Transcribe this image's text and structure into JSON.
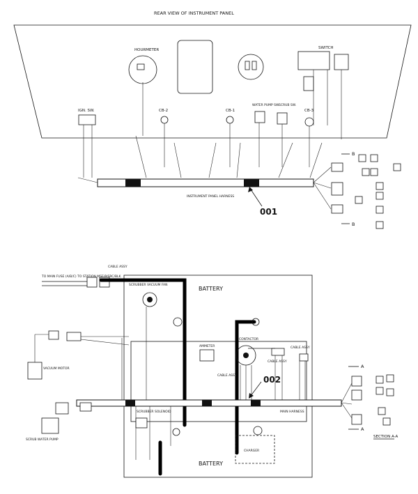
{
  "title": "REAR VIEW OF INSTRUMENT PANEL",
  "top_panel": {
    "hourmeter": "HOURMETER",
    "switch": "SWITCH",
    "ign_sw": "IGN. SW.",
    "cb2": "CB-2",
    "cb1": "CB-1",
    "cb3": "CB-3",
    "water_pump_sw": "WATER PUMP SW.",
    "scrub_sw": "SCRUB SW.",
    "harness": "INSTRUMENT PANEL HARNESS",
    "callout": "001",
    "section_arrow": "B"
  },
  "bottom_panel": {
    "cable_assy": "CABLE ASSY",
    "to_main_fuse": "TO MAIN FUSE (A/B/C) TO STATION MSE/P/SRC/BLK",
    "scrubber_vacuum_fan": "SCRUBBER VACUUM FAN",
    "battery_top": "BATTERY",
    "battery_bottom": "BATTERY",
    "vacuum_motor": "VACUUM MOTOR",
    "ammeter": "AMMETER",
    "contactor": "CONTACTOR",
    "cable_assy_2": "CABLE ASSY",
    "cable_assy_3": "CABLE ASSY",
    "cable_assy_4": "CABLE ASSY",
    "main_harness": "MAIN HARNESS",
    "scrub_water_pump": "SCRUB WATER PUMP",
    "scrubber_solenoid": "SCRUBBER SOLENOID",
    "charger": "CHARGER",
    "section_label": "SECTION A-A",
    "callout": "002",
    "arrow_a": "A"
  }
}
